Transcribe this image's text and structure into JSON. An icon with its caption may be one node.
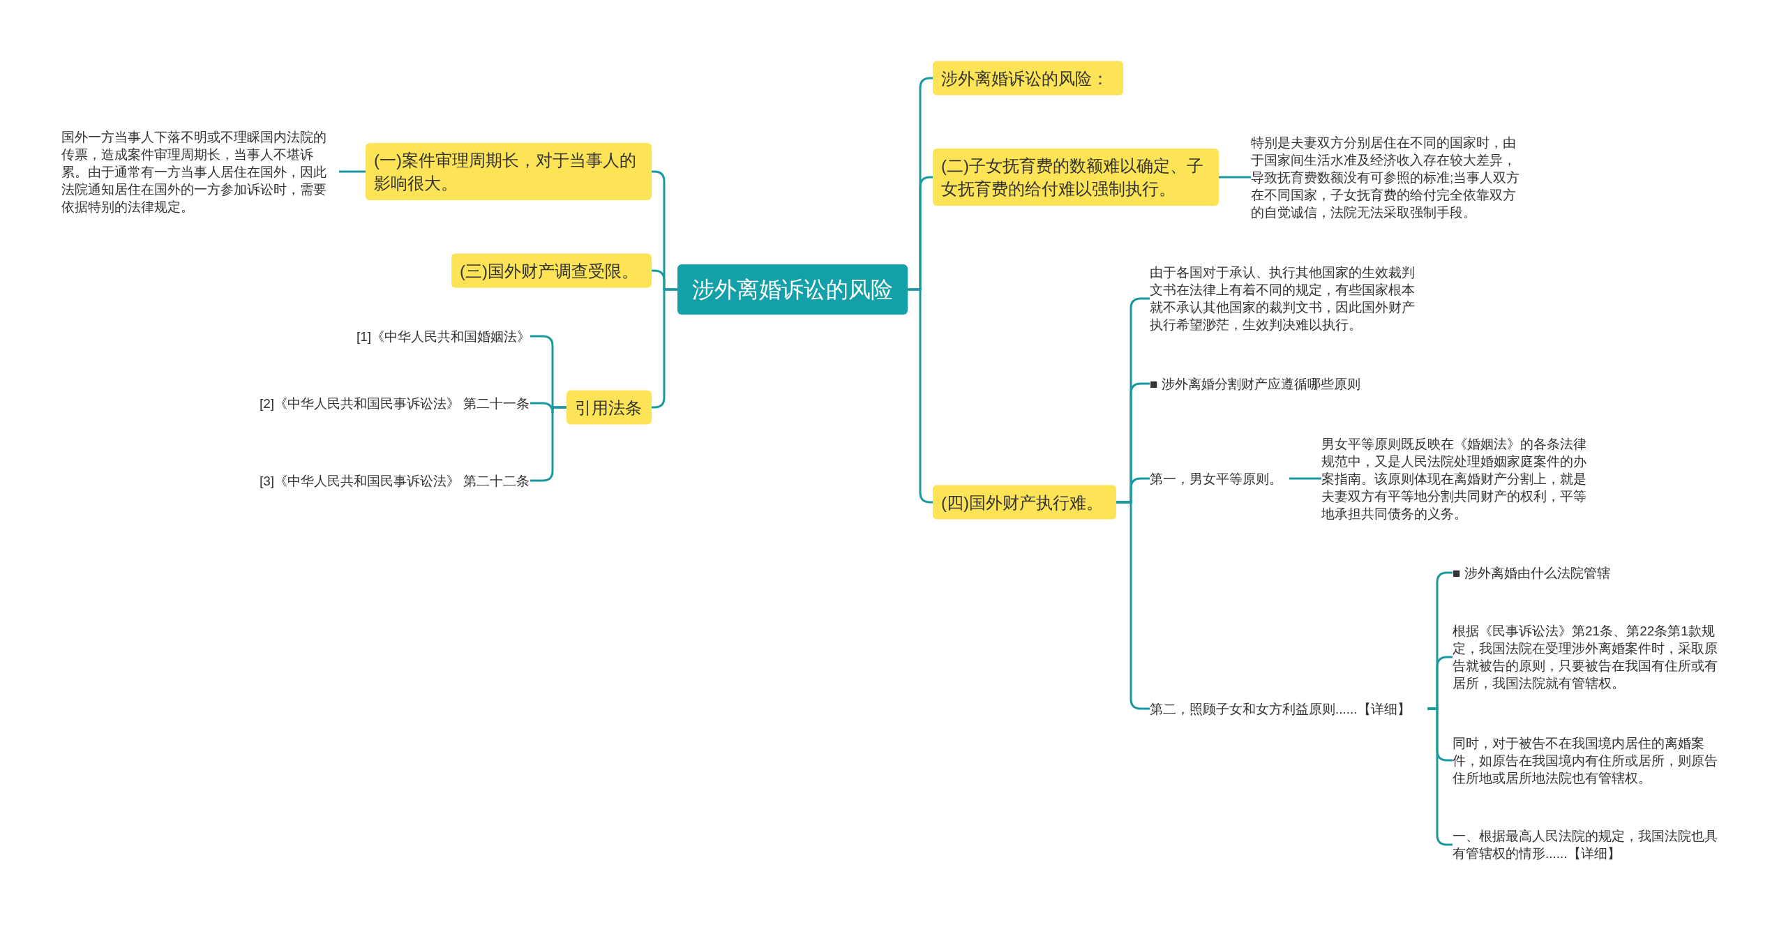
{
  "diagram": {
    "nodes": [
      {
        "text": [
          "涉外离婚诉讼的风险"
        ]
      },
      {
        "text": [
          "(一)案件审理周期长，对于当事人的影响很大。"
        ]
      },
      {
        "text": [
          "国外一方当事人下落不明或不理睬国内法院的传票，造成案件审理周期长，当事人不堪诉累。由于通常有一方当事人居住在国外，因此法院通知居住在国外的一方参加诉讼时，需要依据特别的法律规定。"
        ]
      },
      {
        "text": [
          "(三)国外财产调查受限。"
        ]
      },
      {
        "text": [
          "引用法条"
        ]
      },
      {
        "text": [
          "[1]《中华人民共和国婚姻法》"
        ]
      },
      {
        "text": [
          "[2]《中华人民共和国民事诉讼法》 第二十一条"
        ]
      },
      {
        "text": [
          "[3]《中华人民共和国民事诉讼法》 第二十二条"
        ]
      },
      {
        "text": [
          "涉外离婚诉讼的风险："
        ]
      },
      {
        "text": [
          "(二)子女抚育费的数额难以确定、子女抚育费的给付难以强制执行。"
        ]
      },
      {
        "text": [
          "特别是夫妻双方分别居住在不同的国家时，由于国家间生活水准及经济收入存在较大差异，导致抚育费数额没有可参照的标准;当事人双方在不同国家，子女抚育费的给付完全依靠双方的自觉诚信，法院无法采取强制手段。"
        ]
      },
      {
        "text": [
          "(四)国外财产执行难。"
        ]
      },
      {
        "text": [
          "由于各国对于承认、执行其他国家的生效裁判文书在法律上有着不同的规定，有些国家根本就不承认其他国家的裁判文书，因此国外财产执行希望渺茫，生效判决难以执行。"
        ]
      },
      {
        "text": [
          "■ 涉外离婚分割财产应遵循哪些原则"
        ]
      },
      {
        "text": [
          "第一，男女平等原则。"
        ]
      },
      {
        "text": [
          "男女平等原则既反映在《婚姻法》的各条法律规范中，又是人民法院处理婚姻家庭案件的办案指南。该原则体现在离婚财产分割上，就是夫妻双方有平等地分割共同财产的权利，平等地承担共同债务的义务。"
        ]
      },
      {
        "text": [
          "第二，照顾子女和女方利益原则......【详细】"
        ]
      },
      {
        "text": [
          "■ 涉外离婚由什么法院管辖"
        ]
      },
      {
        "text": [
          "根据《民事诉讼法》第21条、第22条第1款规定，我国法院在受理涉外离婚案件时，采取原告就被告的原则，只要被告在我国有住所或有居所，我国法院就有管辖权。"
        ]
      },
      {
        "text": [
          "同时，对于被告不在我国境内居住的离婚案件，如原告在我国境内有住所或居所，则原告住所地或居所地法院也有管辖权。"
        ]
      },
      {
        "text": [
          "一、根据最高人民法院的规定，我国法院也具有管辖权的情形......【详细】"
        ]
      }
    ],
    "edges": [
      {
        "from": 0,
        "to": 1,
        "arrow": "none"
      },
      {
        "from": 1,
        "to": 2,
        "arrow": "none"
      },
      {
        "from": 0,
        "to": 3,
        "arrow": "none"
      },
      {
        "from": 0,
        "to": 4,
        "arrow": "none"
      },
      {
        "from": 4,
        "to": 5,
        "arrow": "none"
      },
      {
        "from": 4,
        "to": 6,
        "arrow": "none"
      },
      {
        "from": 4,
        "to": 7,
        "arrow": "none"
      },
      {
        "from": 0,
        "to": 8,
        "arrow": "none"
      },
      {
        "from": 0,
        "to": 9,
        "arrow": "none"
      },
      {
        "from": 9,
        "to": 10,
        "arrow": "none"
      },
      {
        "from": 0,
        "to": 11,
        "arrow": "none"
      },
      {
        "from": 11,
        "to": 12,
        "arrow": "none"
      },
      {
        "from": 11,
        "to": 13,
        "arrow": "none"
      },
      {
        "from": 11,
        "to": 14,
        "arrow": "none"
      },
      {
        "from": 14,
        "to": 15,
        "arrow": "none"
      },
      {
        "from": 11,
        "to": 16,
        "arrow": "none"
      },
      {
        "from": 16,
        "to": 17,
        "arrow": "none"
      },
      {
        "from": 16,
        "to": 18,
        "arrow": "none"
      },
      {
        "from": 16,
        "to": 19,
        "arrow": "none"
      },
      {
        "from": 16,
        "to": 20,
        "arrow": "none"
      }
    ]
  }
}
